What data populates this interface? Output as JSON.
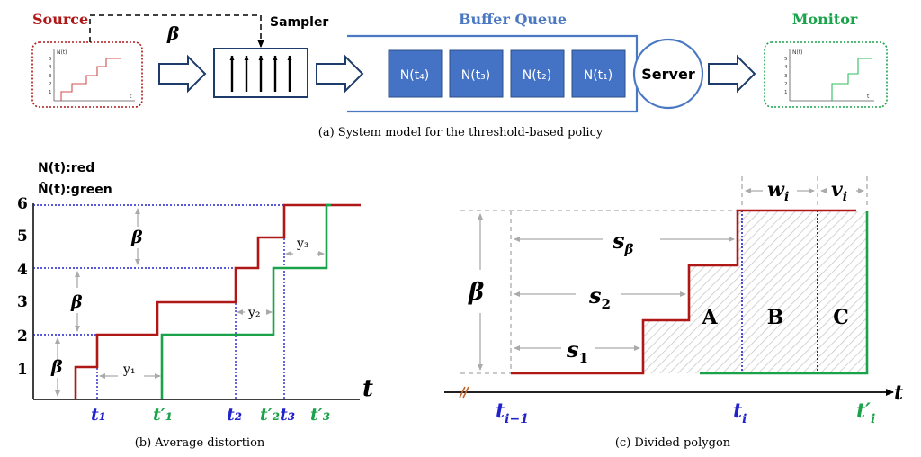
{
  "colors": {
    "red": "#b01818",
    "green": "#1aa34a",
    "blue_accent": "#4a78c2",
    "queue_box": "#4472c4",
    "navy": "#1d3b6b",
    "dotted_blue": "#2222cc",
    "gray": "#aaaaaa"
  },
  "icons": {
    "sampler": "vertical-arrows-icon",
    "flow": "block-arrow-right-icon"
  },
  "panel_a": {
    "source_label": "Source",
    "beta": "β",
    "sampler_label": "Sampler",
    "buffer_label": "Buffer Queue",
    "server_label": "Server",
    "monitor_label": "Monitor",
    "mini_axis_label": "N(t)",
    "mini_t_label": "t",
    "mini_ticks": [
      "1",
      "2",
      "3",
      "4",
      "5"
    ],
    "queue_items": [
      "N(t₄)",
      "N(t₃)",
      "N(t₂)",
      "N(t₁)"
    ],
    "caption": "(a)  System model for the threshold-based policy"
  },
  "panel_b": {
    "ylabel_red": "N(t):red",
    "ylabel_green": "N̂(t):green",
    "y_ticks": [
      "1",
      "2",
      "3",
      "4",
      "5",
      "6"
    ],
    "t_axis": "t",
    "beta": "β",
    "y_labels": [
      "y₁",
      "y₂",
      "y₃"
    ],
    "x_labels": [
      {
        "text": "t₁",
        "color": "blue"
      },
      {
        "text": "t′₁",
        "color": "green"
      },
      {
        "text": "t₂",
        "color": "blue"
      },
      {
        "text": "t′₂",
        "color": "green"
      },
      {
        "text": "t₃",
        "color": "blue"
      },
      {
        "text": "t′₃",
        "color": "green"
      }
    ],
    "caption": "(b)  Average distortion"
  },
  "panel_c": {
    "beta": "β",
    "s_beta": "s",
    "s_beta_sub": "β",
    "s2": "s",
    "s2_sub": "2",
    "s1": "s",
    "s1_sub": "1",
    "w": "w",
    "w_sub": "i",
    "v": "v",
    "v_sub": "i",
    "region_a": "A",
    "region_b": "B",
    "region_c": "C",
    "t_axis": "t",
    "t_prev": "t",
    "t_prev_sub": "i−1",
    "t_i": "t",
    "t_i_sub": "i",
    "t_i_prime": "t′",
    "t_i_prime_sub": "i",
    "caption": "(c)  Divided polygon"
  }
}
